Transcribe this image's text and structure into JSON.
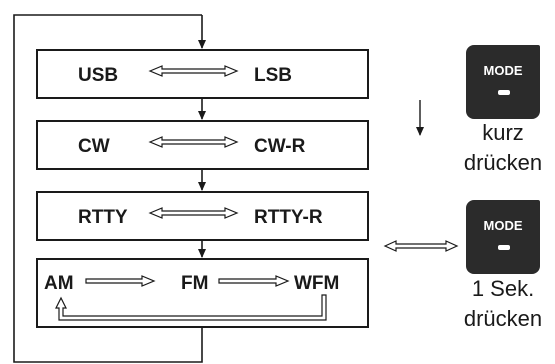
{
  "diagram": {
    "rows": [
      {
        "left": "USB",
        "right": "LSB"
      },
      {
        "left": "CW",
        "right": "CW-R"
      },
      {
        "left": "RTTY",
        "right": "RTTY-R"
      }
    ],
    "last_row": {
      "a": "AM",
      "b": "FM",
      "c": "WFM"
    }
  },
  "side": {
    "button_label": "MODE",
    "short_press": {
      "line1": "kurz",
      "line2": "drücken"
    },
    "long_press": {
      "line1": "1 Sek.",
      "line2": "drücken"
    }
  }
}
